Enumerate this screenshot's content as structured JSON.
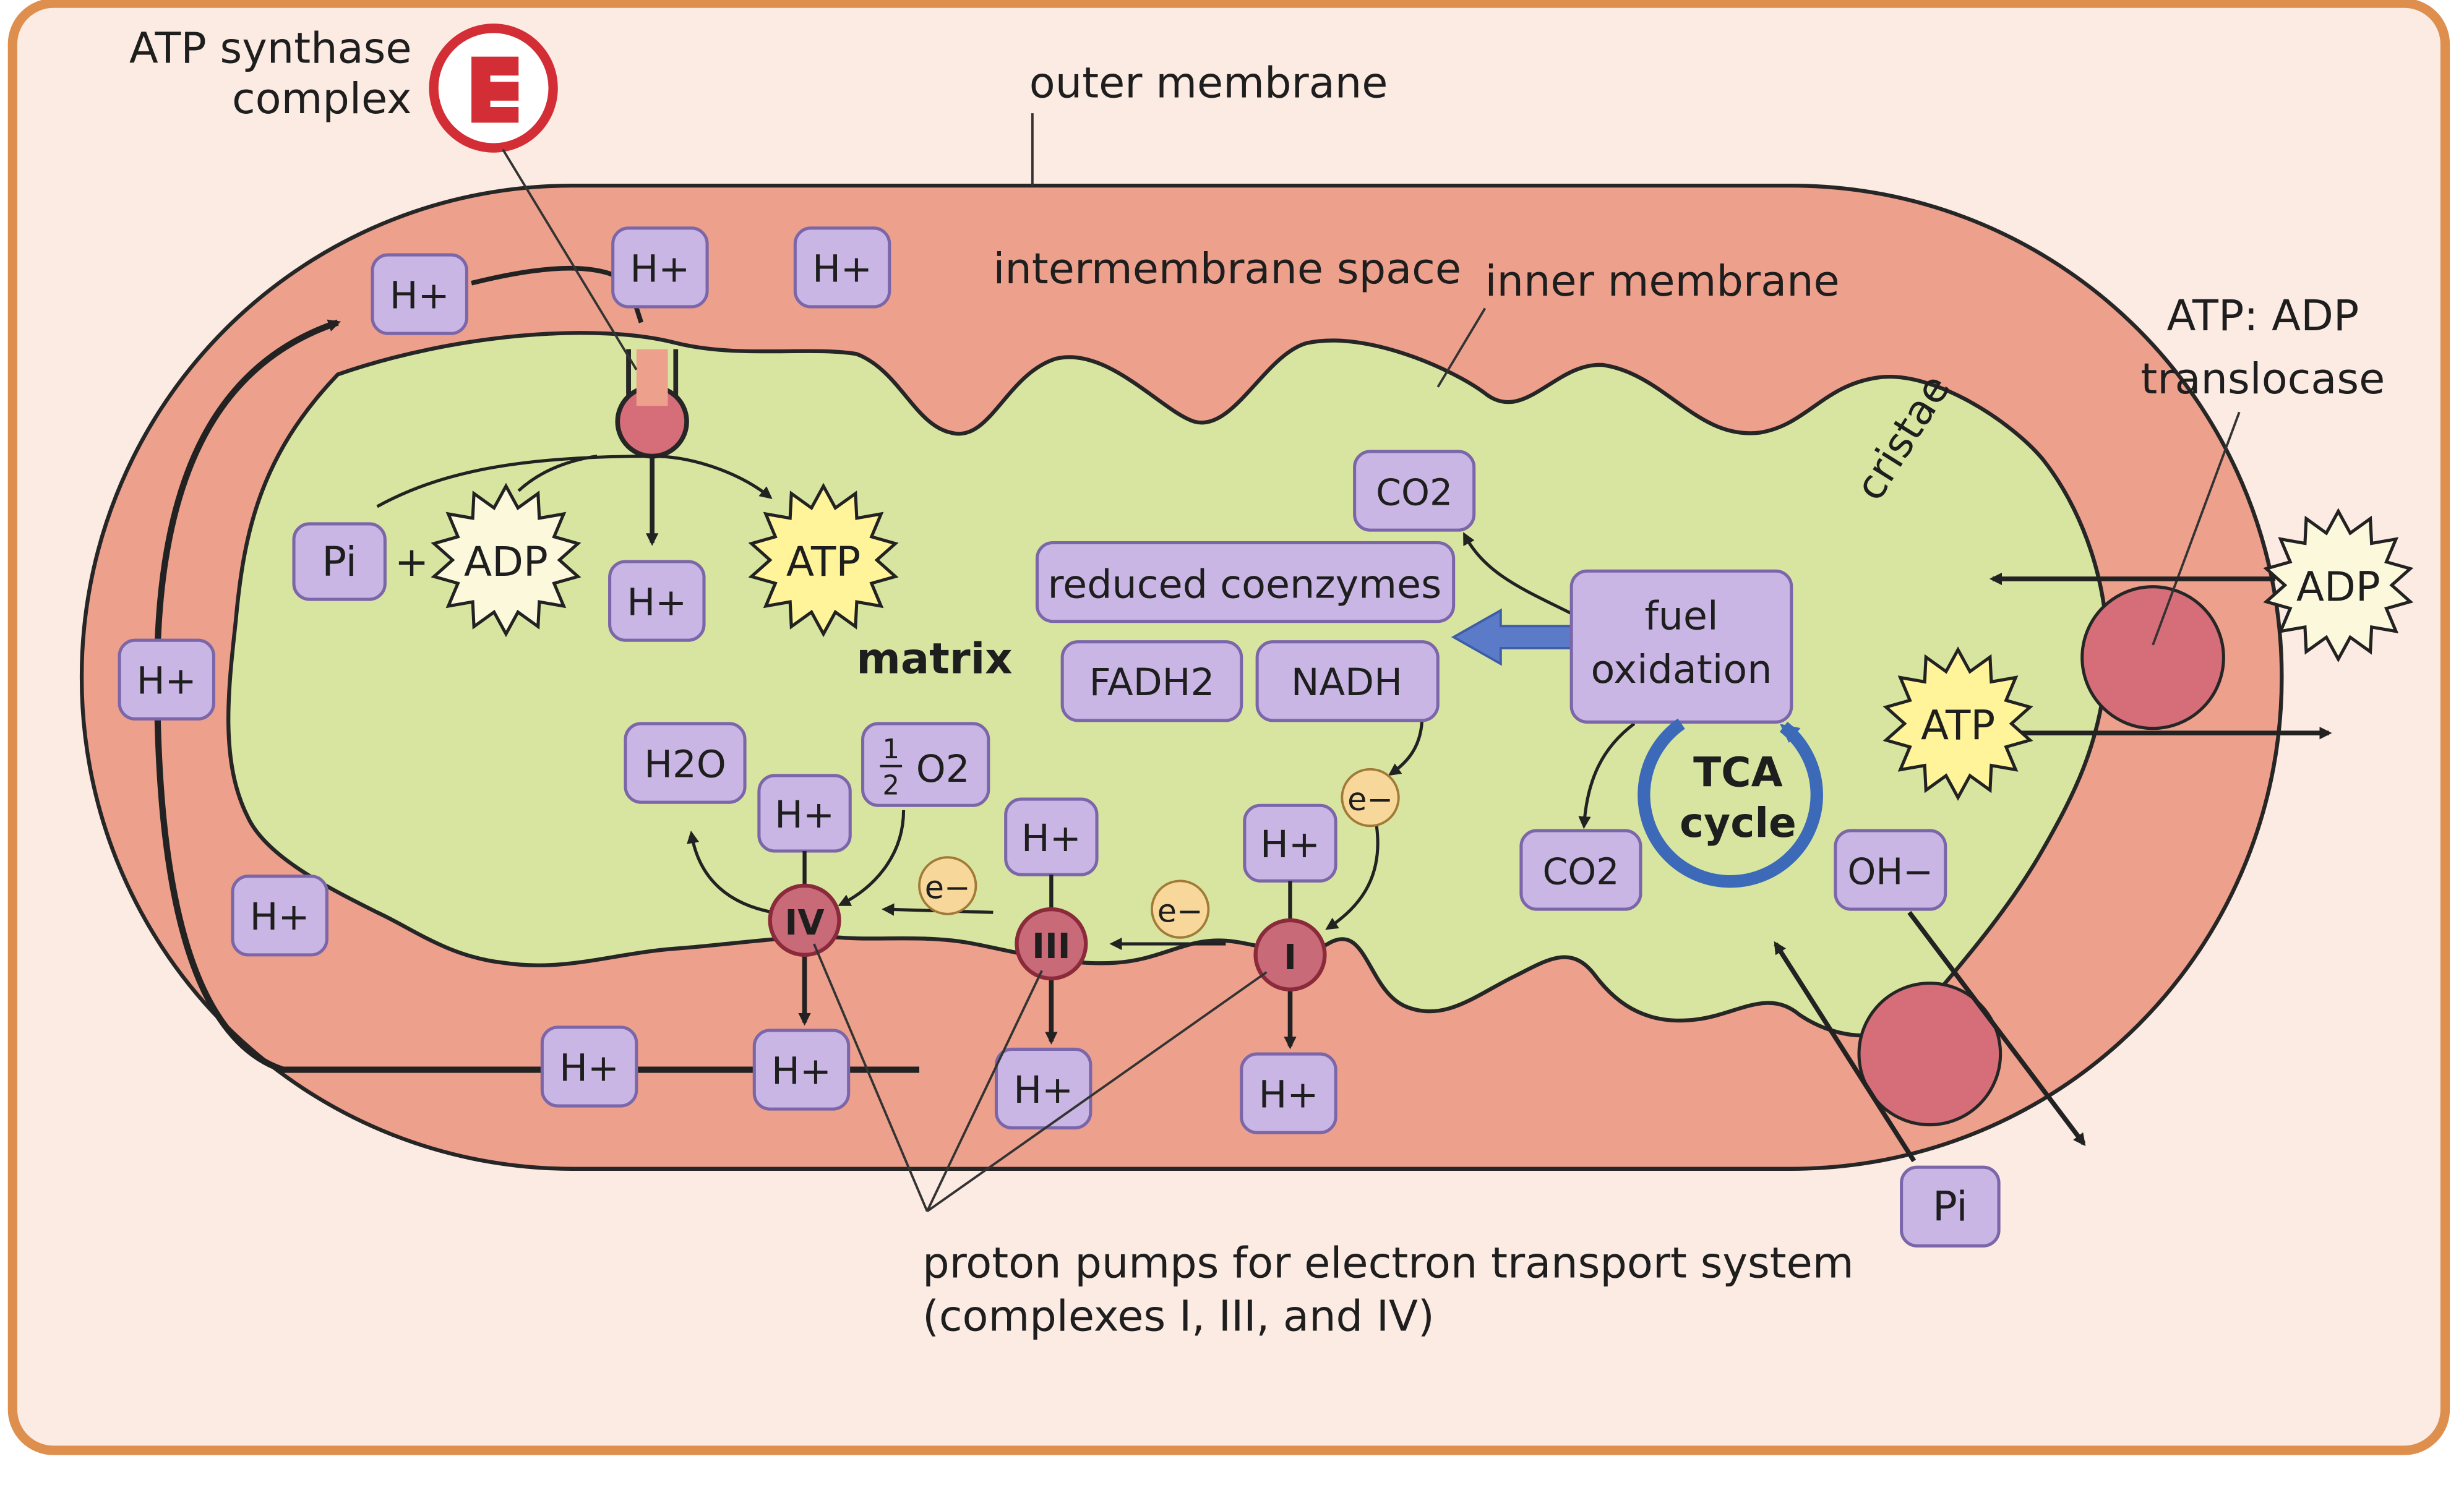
{
  "colors": {
    "panel_bg": "#fbebe2",
    "panel_border": "#de8f4e",
    "outer_membrane": "#eda08b",
    "matrix": "#d8e5a1",
    "ion_box": "#c9b6e4",
    "ion_box_border": "#7b66aa",
    "complex": "#c86a77",
    "complex_border": "#8a2a3a",
    "transporter": "#d56e78",
    "electron": "#f7d79a",
    "starburst_adp": "#fcf8dc",
    "starburst_atp": "#fff49a",
    "tca_ring": "#3d69b9",
    "arrow": "#222222",
    "text": "#1e1e1e",
    "icon_red": "#d32d36"
  },
  "labels": {
    "atp_synthase": [
      "ATP synthase",
      "complex"
    ],
    "outer_membrane": "outer membrane",
    "intermembrane_space": "intermembrane space",
    "inner_membrane": "inner membrane",
    "translocase": [
      "ATP: ADP",
      "translocase"
    ],
    "cristae": "cristae",
    "matrix": "matrix",
    "proton_pumps": [
      "proton pumps for electron transport system",
      "(complexes I, III, and IV)"
    ]
  },
  "molecules": {
    "h_plus": "H+",
    "pi": "Pi",
    "plus": "+",
    "adp": "ADP",
    "atp": "ATP",
    "co2": "CO2",
    "h2o": "H2O",
    "half_o2_num": "1",
    "half_o2_den": "2",
    "half_o2_rest": "O2",
    "oh_minus": "OH−",
    "electron": "e−",
    "reduced_coenzymes": "reduced coenzymes",
    "fadh2": "FADH2",
    "nadh": "NADH",
    "fuel_oxidation": [
      "fuel",
      "oxidation"
    ],
    "tca_cycle": [
      "TCA",
      "cycle"
    ]
  },
  "complexes": {
    "i": "I",
    "iii": "III",
    "iv": "IV"
  }
}
